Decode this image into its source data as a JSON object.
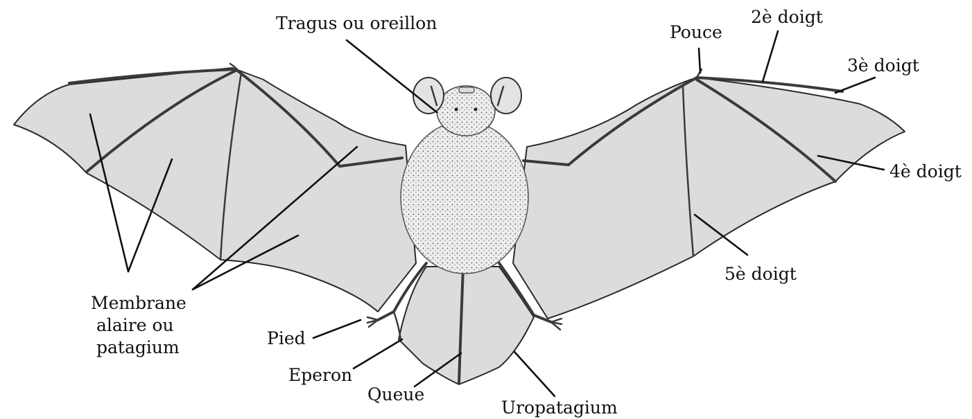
{
  "labels": {
    "tragus": "Tragus ou oreillon",
    "pouce": "Pouce",
    "doigt2": "2è doigt",
    "doigt3": "3è doigt",
    "doigt4": "4è doigt",
    "doigt5": "5è doigt",
    "membrane_line1": "Membrane",
    "membrane_line2": "alaire ou",
    "membrane_line3": "patagium",
    "pied": "Pied",
    "eperon": "Eperon",
    "queue": "Queue",
    "uropatagium": "Uropatagium"
  },
  "colors": {
    "membrane": "#dcdcdc",
    "ink": "#111111",
    "fur": "#e9e9e9"
  },
  "icons": [
    "bat-illustration"
  ]
}
